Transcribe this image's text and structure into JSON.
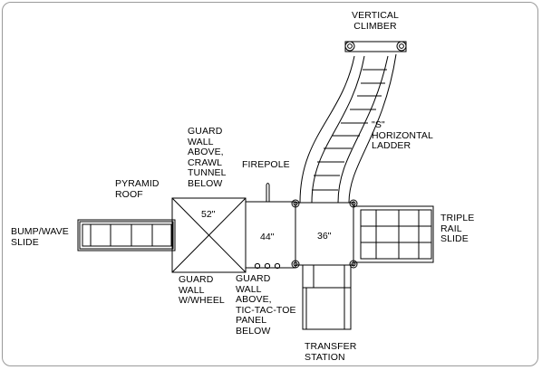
{
  "labels": {
    "vertical_climber": [
      "VERTICAL",
      "CLIMBER"
    ],
    "s_ladder": [
      "\"S\"",
      "HORIZONTAL",
      "LADDER"
    ],
    "guard_wall_crawl": [
      "GUARD",
      "WALL",
      "ABOVE,",
      "CRAWL",
      "TUNNEL",
      "BELOW"
    ],
    "firepole": [
      "FIREPOLE"
    ],
    "pyramid_roof": [
      "PYRAMID",
      "ROOF"
    ],
    "bump_wave_slide": [
      "BUMP/WAVE",
      "SLIDE"
    ],
    "triple_rail_slide": [
      "TRIPLE",
      "RAIL",
      "SLIDE"
    ],
    "guard_wall_wheel": [
      "GUARD",
      "WALL",
      "W/WHEEL"
    ],
    "guard_wall_tic": [
      "GUARD",
      "WALL",
      "ABOVE,",
      "TIC-TAC-TOE",
      "PANEL",
      "BELOW"
    ],
    "transfer_station": [
      "TRANSFER",
      "STATION"
    ]
  },
  "dimensions": {
    "deck_52": "52\"",
    "deck_44": "44\"",
    "deck_36": "36\""
  }
}
